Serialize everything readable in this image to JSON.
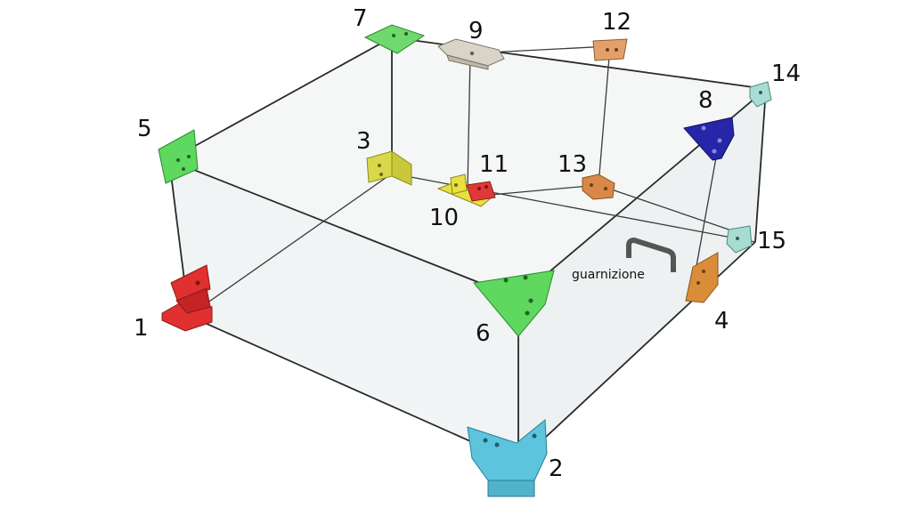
{
  "labels": {
    "l1": "1",
    "l2": "2",
    "l3": "3",
    "l4": "4",
    "l5": "5",
    "l6": "6",
    "l7": "7",
    "l8": "8",
    "l9": "9",
    "l10": "10",
    "l11": "11",
    "l12": "12",
    "l13": "13",
    "l14": "14",
    "l15": "15"
  },
  "annotation": "guarnizione",
  "colors": {
    "c1": "#e03030",
    "c2": "#5cc4dc",
    "c3": "#d8d84a",
    "c4": "#d98d3a",
    "c5": "#5ed85e",
    "c6": "#5ed85e",
    "c7": "#6fd86f",
    "c8": "#2626a8",
    "c9": "#d9d4c8",
    "c10": "#e8e040",
    "c11": "#e03838",
    "c12": "#e4a06a",
    "c13": "#d9874a",
    "c14": "#a8dcd4",
    "c15": "#a8dcd0",
    "frame": "#2a2a2a",
    "glass": "#e9eeee",
    "handle": "#555555"
  }
}
